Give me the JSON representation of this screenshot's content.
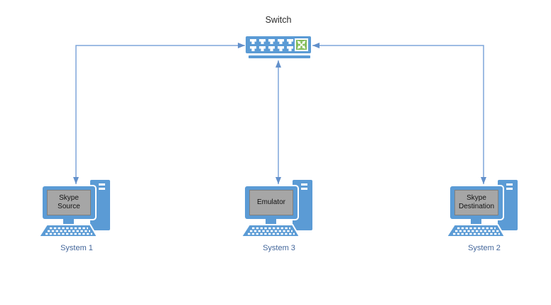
{
  "diagram_title": "Switch",
  "colors": {
    "device_blue": "#5B9BD5",
    "connector_blue": "#7EA6DA",
    "arrowhead_blue": "#6290CB",
    "screen_gray": "#A6A6A6",
    "screen_border_gray": "#7F7F7F",
    "system_label_blue": "#44679B",
    "title_text": "#2B2B2B",
    "crossover_green": "#84BD5A"
  },
  "switch": {
    "label": "Switch",
    "icon": "network-switch-icon",
    "port_rows": 2,
    "ports_per_row": 5,
    "crossover_icon": "crossover-arrows-icon"
  },
  "systems": [
    {
      "label": "System 1",
      "screen_label": "Skype Source",
      "position": "left"
    },
    {
      "label": "System 3",
      "screen_label": "Emulator",
      "position": "center"
    },
    {
      "label": "System 2",
      "screen_label": "Skype Destination",
      "position": "right"
    }
  ],
  "connections": [
    {
      "from": "System 1",
      "to": "Switch",
      "bidirectional": true
    },
    {
      "from": "System 3",
      "to": "Switch",
      "bidirectional": true
    },
    {
      "from": "System 2",
      "to": "Switch",
      "bidirectional": true
    }
  ]
}
